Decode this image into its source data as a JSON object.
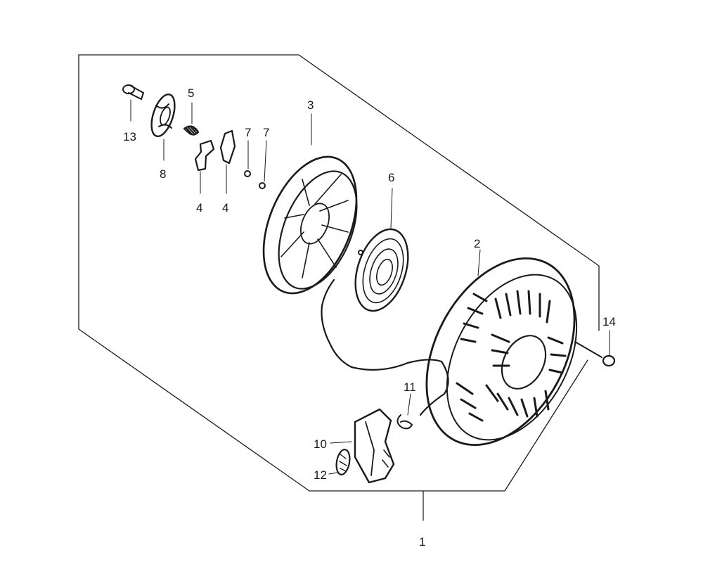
{
  "diagram": {
    "callouts": [
      {
        "id": "c1",
        "text": "1"
      },
      {
        "id": "c2",
        "text": "2"
      },
      {
        "id": "c3",
        "text": "3"
      },
      {
        "id": "c4a",
        "text": "4"
      },
      {
        "id": "c4b",
        "text": "4"
      },
      {
        "id": "c5",
        "text": "5"
      },
      {
        "id": "c6",
        "text": "6"
      },
      {
        "id": "c7a",
        "text": "7"
      },
      {
        "id": "c7b",
        "text": "7"
      },
      {
        "id": "c8",
        "text": "8"
      },
      {
        "id": "c10",
        "text": "10"
      },
      {
        "id": "c11",
        "text": "11"
      },
      {
        "id": "c12",
        "text": "12"
      },
      {
        "id": "c13",
        "text": "13"
      },
      {
        "id": "c14",
        "text": "14"
      }
    ]
  }
}
